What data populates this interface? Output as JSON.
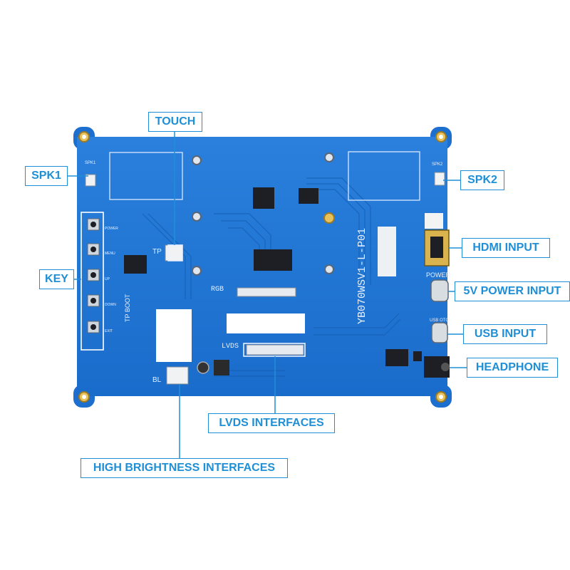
{
  "colors": {
    "board": "#1e73d2",
    "board_dark": "#1356a8",
    "callout": "#1f8fd6",
    "silkscreen": "#e8f0ff"
  },
  "board": {
    "model_text": "YB070WSV1-L-P01",
    "silk": {
      "spk1": "SPK1",
      "spk2": "SPK2",
      "power": "POWER",
      "usb": "USB OTG",
      "rgb": "RGB",
      "lvds": "LVDS",
      "bl": "BL",
      "tp": "TP",
      "tp_boot": "TP BOOT",
      "key_power": "POWER",
      "key_menu": "MENU",
      "key_up": "UP",
      "key_down": "DOWN",
      "key_exit": "EXIT"
    }
  },
  "callouts": {
    "touch": "TOUCH",
    "spk1": "SPK1",
    "spk2": "SPK2",
    "key": "KEY",
    "hdmi": "HDMI INPUT",
    "power": "5V POWER INPUT",
    "usb": "USB INPUT",
    "headphone": "HEADPHONE",
    "lvds": "LVDS INTERFACES",
    "brightness": "HIGH BRIGHTNESS INTERFACES"
  }
}
